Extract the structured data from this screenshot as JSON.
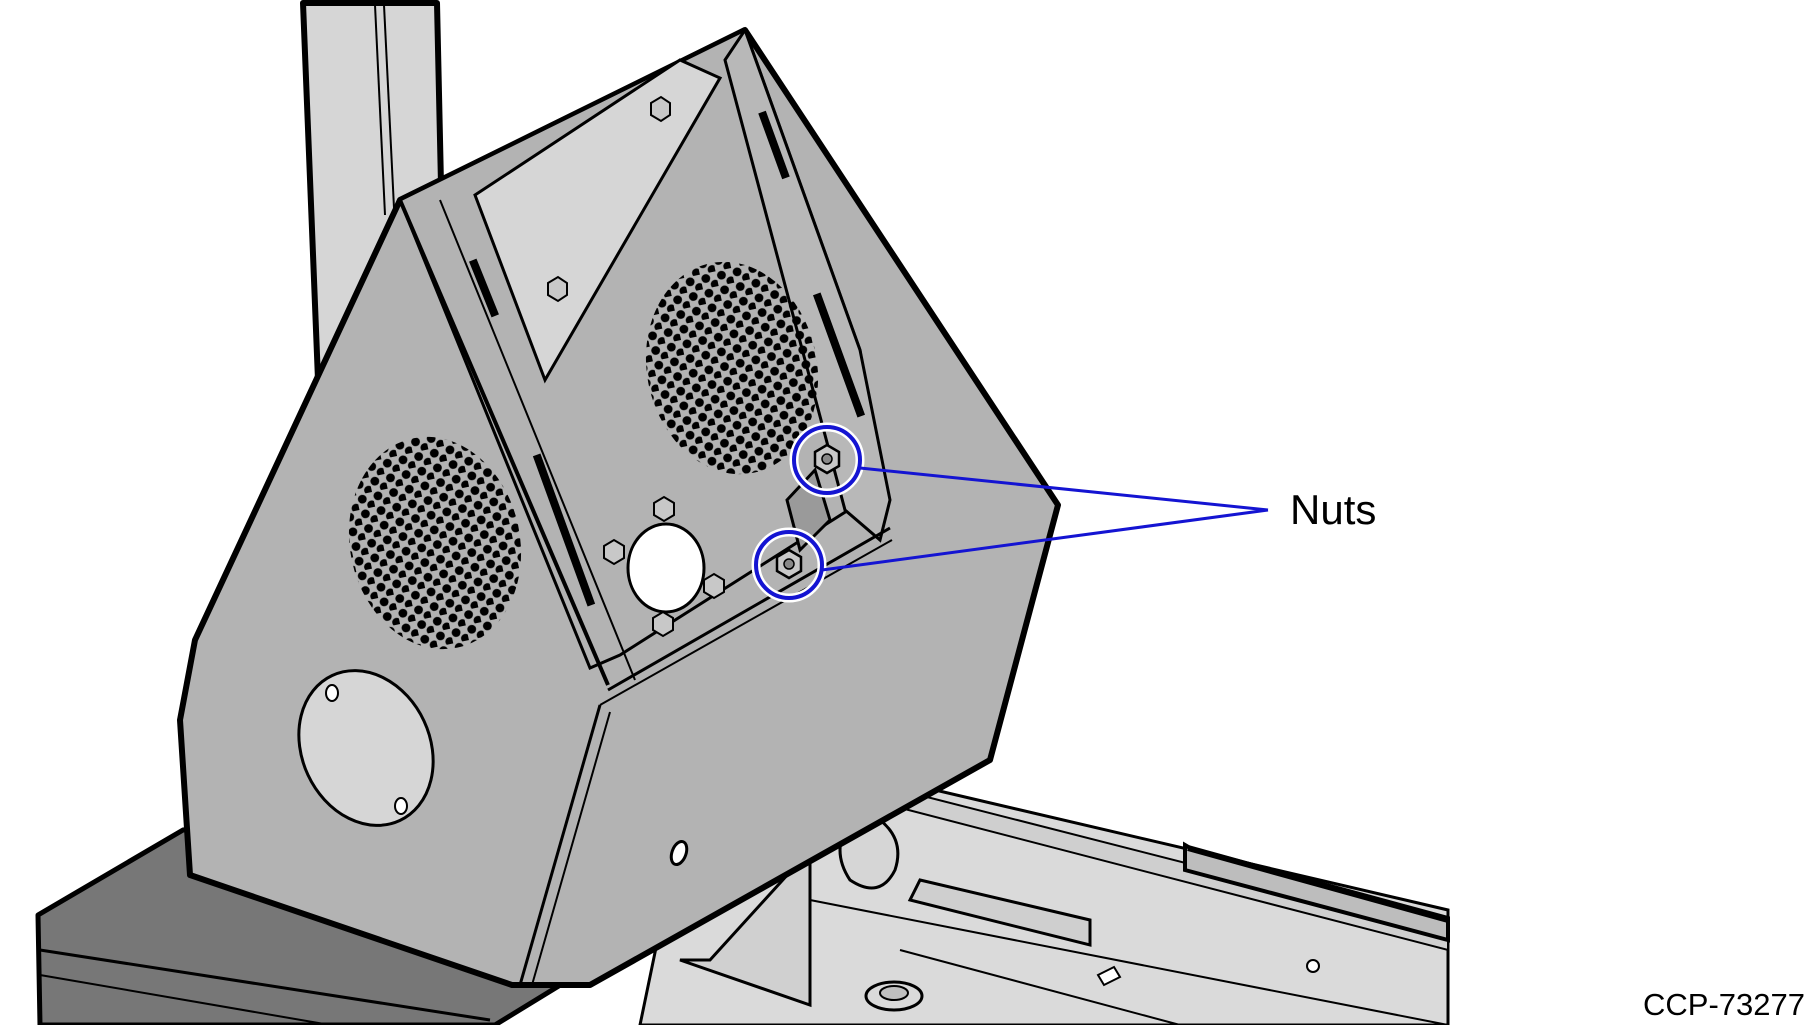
{
  "callout": {
    "label": "Nuts",
    "count": 2
  },
  "figure_id": "CCP-73277",
  "colors": {
    "outline": "#000000",
    "panel_mid": "#b3b3b3",
    "panel_light": "#d6d6d6",
    "panel_dark": "#777777",
    "callout": "#1414d2"
  }
}
